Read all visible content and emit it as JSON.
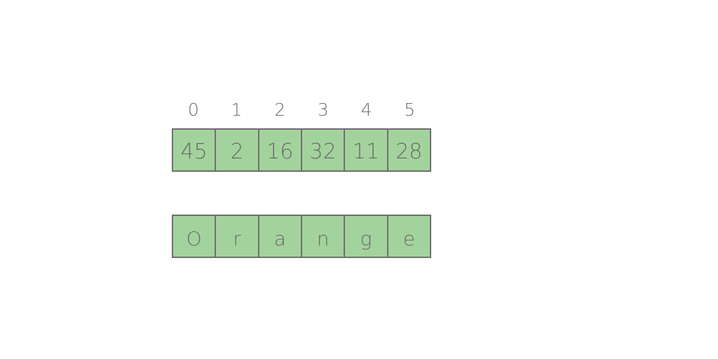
{
  "colors": {
    "cell_fill": "#a3d39c",
    "cell_border": "#6f6f6f",
    "text": "#6b6b6b",
    "background": "#ffffff"
  },
  "indices": [
    "0",
    "1",
    "2",
    "3",
    "4",
    "5"
  ],
  "number_array": [
    "45",
    "2",
    "16",
    "32",
    "11",
    "28"
  ],
  "char_array": [
    "O",
    "r",
    "a",
    "n",
    "g",
    "e"
  ]
}
